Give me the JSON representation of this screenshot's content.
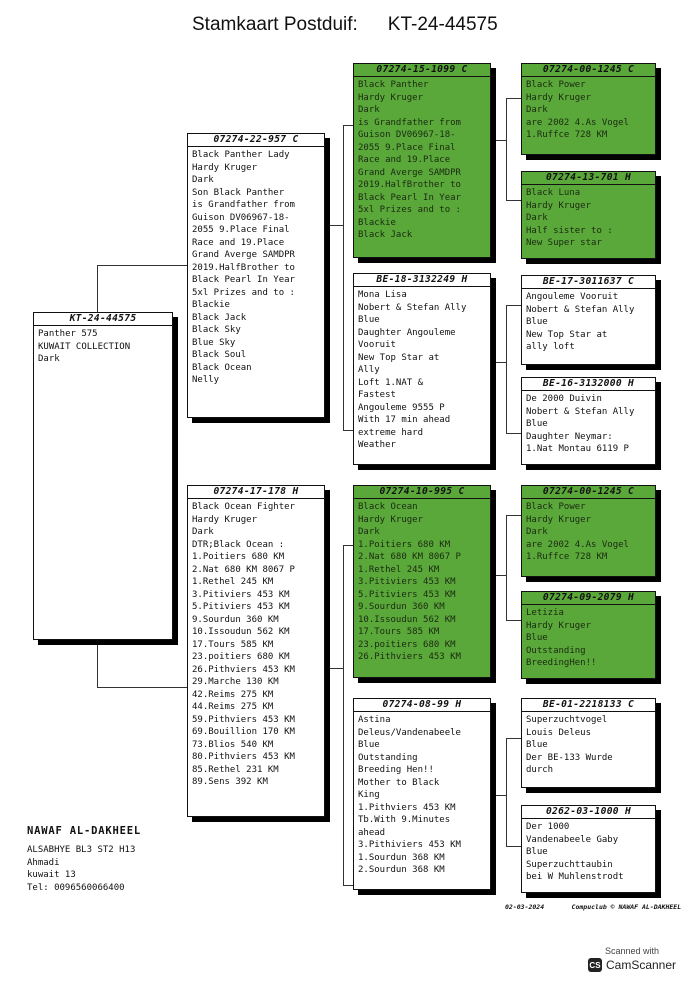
{
  "header": {
    "title": "Stamkaart Postduif:",
    "ring": "KT-24-44575"
  },
  "cards": {
    "main": {
      "ring": "KT-24-44575",
      "lines": [
        "Panther 575",
        "KUWAIT COLLECTION",
        "Dark"
      ]
    },
    "sire": {
      "ring": "07274-22-957 C",
      "lines": [
        "Black Panther Lady",
        "Hardy Kruger",
        "Dark",
        "Son Black Panther",
        "is Grandfather from",
        "Guison DV06967-18-",
        "2055 9.Place Final",
        "Race and 19.Place",
        "Grand Averge SAMDPR",
        "2019.HalfBrother to",
        "Black Pearl In Year",
        "5xl Prizes and to :",
        "Blackie",
        "Black Jack",
        "Black Sky",
        "Blue Sky",
        "Black Soul",
        "Black Ocean",
        "Nelly"
      ]
    },
    "dam": {
      "ring": "07274-17-178 H",
      "lines": [
        "Black Ocean Fighter",
        "Hardy Kruger",
        "Dark",
        "DTR;Black Ocean :",
        "1.Poitiers 680 KM",
        "2.Nat 680 KM 8067 P",
        "1.Rethel 245 KM",
        "3.Pitiviers 453 KM",
        "5.Pitiviers 453 KM",
        "9.Sourdun 360 KM",
        "10.Issoudun 562 KM",
        "17.Tours 585 KM",
        "23.poitiers 680 KM",
        "26.Pithviers 453 KM",
        "29.Marche 130 KM",
        "42.Reims 275 KM",
        "44.Reims 275 KM",
        "59.Pithviers 453 KM",
        "69.Bouillion 170 KM",
        "73.Blios 540 KM",
        "80.Pithviers 453 KM",
        "85.Rethel 231 KM",
        "89.Sens 392 KM"
      ]
    },
    "ss": {
      "ring": "07274-15-1099 C",
      "lines": [
        "Black Panther",
        "Hardy Kruger",
        "Dark",
        "is Grandfather from",
        "Guison DV06967-18-",
        "2055 9.Place Final",
        "Race and 19.Place",
        "Grand Averge SAMDPR",
        "2019.HalfBrother to",
        "Black Pearl In Year",
        "5xl Prizes and to :",
        "Blackie",
        "Black Jack"
      ]
    },
    "sd": {
      "ring": "BE-18-3132249 H",
      "lines": [
        "Mona Lisa",
        "Nobert & Stefan Ally",
        "Blue",
        "Daughter Angouleme",
        "Vooruit",
        "New Top Star at",
        "Ally",
        "Loft 1.NAT &",
        "Fastest",
        "Angouleme 9555 P",
        "With 17 min ahead",
        "extreme hard",
        "Weather"
      ]
    },
    "ds": {
      "ring": "07274-10-995 C",
      "lines": [
        "Black Ocean",
        "Hardy Kruger",
        "Dark",
        "1.Poitiers 680 KM",
        "2.Nat 680 KM 8067 P",
        "1.Rethel 245 KM",
        "3.Pitiviers 453 KM",
        "5.Pitiviers 453 KM",
        "9.Sourdun 360 KM",
        "10.Issoudun 562 KM",
        "17.Tours 585 KM",
        "23.poitiers 680 KM",
        "26.Pithviers 453 KM"
      ]
    },
    "dd": {
      "ring": "07274-08-99 H",
      "lines": [
        "Astina",
        "Deleus/Vandenabeele",
        "Blue",
        "Outstanding",
        "Breeding Hen!!",
        "Mother to Black",
        "King",
        "1.Pithviers 453 KM",
        "Tb.With 9.Minutes",
        "ahead",
        "3.Pithiviers 453 KM",
        "1.Sourdun 368 KM",
        "2.Sourdun 368 KM"
      ]
    },
    "sss": {
      "ring": "07274-00-1245 C",
      "lines": [
        "Black Power",
        "Hardy Kruger",
        "Dark",
        "are 2002 4.As Vogel",
        "1.Ruffce 728 KM"
      ]
    },
    "ssd": {
      "ring": "07274-13-701 H",
      "lines": [
        "Black Luna",
        "Hardy Kruger",
        "Dark",
        "Half sister to :",
        "New Super star"
      ]
    },
    "sds": {
      "ring": "BE-17-3011637 C",
      "lines": [
        "Angouleme Vooruit",
        "Nobert & Stefan Ally",
        "Blue",
        "New Top Star at",
        "ally loft"
      ]
    },
    "sdd": {
      "ring": "BE-16-3132000 H",
      "lines": [
        "De 2000 Duivin",
        "Nobert & Stefan Ally",
        "Blue",
        "Daughter Neymar:",
        "1.Nat Montau 6119 P"
      ]
    },
    "dss": {
      "ring": "07274-00-1245 C",
      "lines": [
        "Black Power",
        "Hardy Kruger",
        "Dark",
        "are 2002 4.As Vogel",
        "1.Ruffce 728 KM"
      ]
    },
    "dsd": {
      "ring": "07274-09-2079 H",
      "lines": [
        "Letizia",
        "Hardy Kruger",
        "Blue",
        "Outstanding",
        "BreedingHen!!"
      ]
    },
    "dds": {
      "ring": "BE-01-2218133 C",
      "lines": [
        "Superzuchtvogel",
        "Louis Deleus",
        "Blue",
        "Der BE-133 Wurde",
        "durch"
      ]
    },
    "ddd": {
      "ring": "0262-03-1000 H",
      "lines": [
        "Der 1000",
        "Vandenabeele Gaby",
        "Blue",
        "Superzuchttaubin",
        "bei W Muhlenstrodt"
      ]
    }
  },
  "owner": {
    "name": "NAWAF AL-DAKHEEL",
    "lines": [
      "ALSABHYE BL3 ST2 H13",
      "Ahmadi",
      "kuwait 13",
      "Tel: 0096560066400"
    ]
  },
  "footer": {
    "date": "02-03-2024",
    "credit": "Compuclub © NAWAF AL-DAKHEEL"
  },
  "scanner": {
    "line1": "Scanned with",
    "line2": "CamScanner",
    "logo": "CS"
  },
  "colors": {
    "green_card": "#5aa83a",
    "border": "#111111"
  }
}
